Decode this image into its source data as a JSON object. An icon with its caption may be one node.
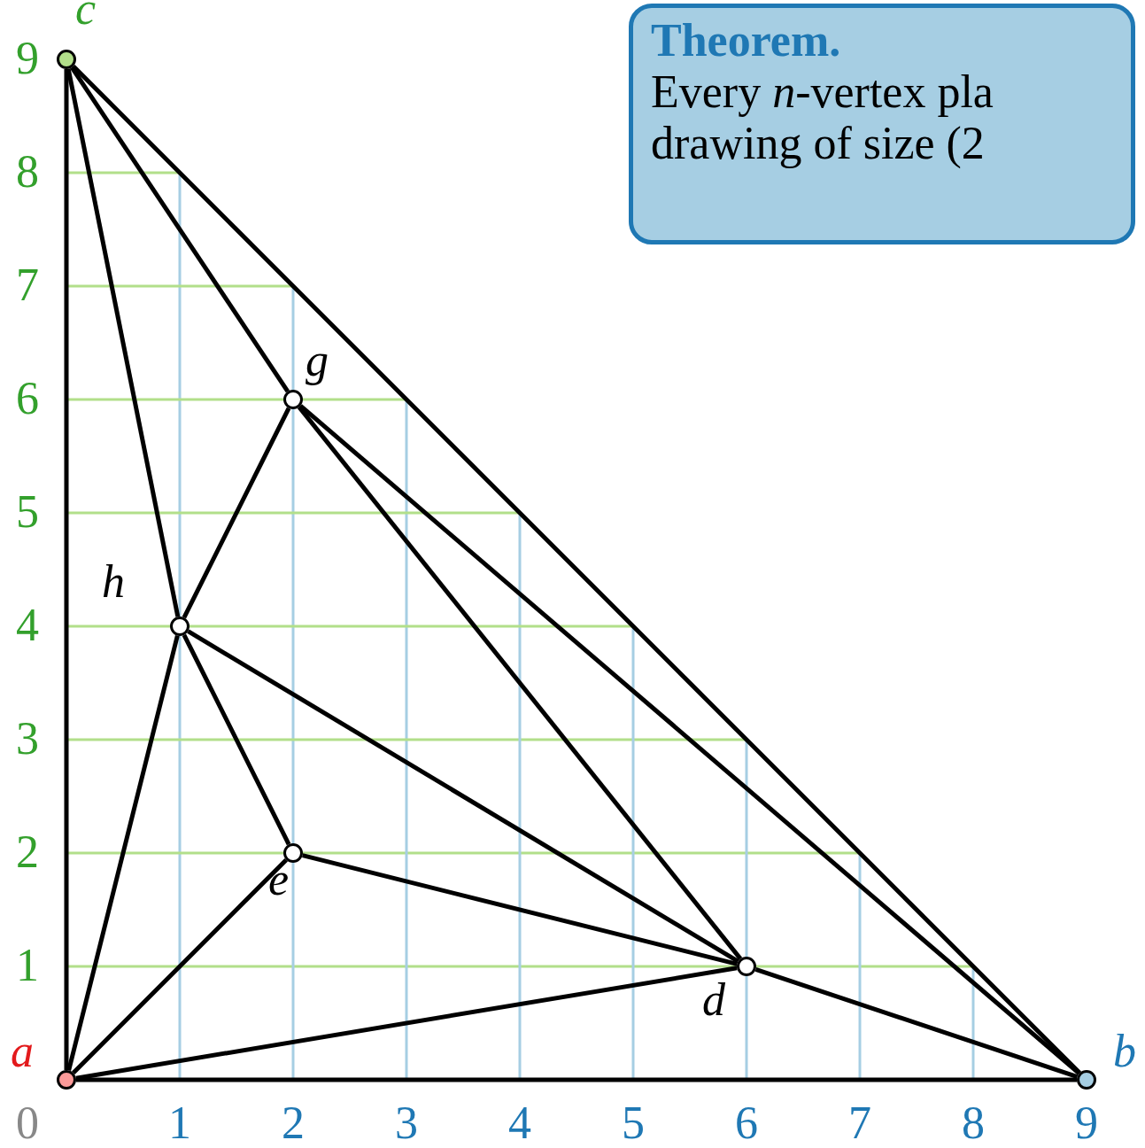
{
  "diagram": {
    "nodes": [
      {
        "text": [
          "**Theorem.**",
          "Every *n*-vertex pla drawing of size (2"
        ]
      },
      {
        "text": [],
        "shape": "circle",
        "beside": [
          "a"
        ]
      },
      {
        "text": [],
        "shape": "circle",
        "beside": [
          "b"
        ]
      },
      {
        "text": [],
        "shape": "circle",
        "beside": [
          "c"
        ]
      },
      {
        "text": [],
        "shape": "circle",
        "beside": [
          "d"
        ]
      },
      {
        "text": [],
        "shape": "circle",
        "beside": [
          "e"
        ]
      },
      {
        "text": [],
        "shape": "circle",
        "beside": [
          "g"
        ]
      },
      {
        "text": [],
        "shape": "circle",
        "beside": [
          "h"
        ]
      }
    ],
    "edges": [
      {
        "from": 1,
        "to": 2,
        "arrow": "none"
      },
      {
        "from": 1,
        "to": 3,
        "arrow": "none"
      },
      {
        "from": 3,
        "to": 2,
        "arrow": "none"
      },
      {
        "from": 1,
        "to": 4,
        "arrow": "none"
      },
      {
        "from": 1,
        "to": 5,
        "arrow": "none"
      },
      {
        "from": 1,
        "to": 7,
        "arrow": "none"
      },
      {
        "from": 3,
        "to": 7,
        "arrow": "none"
      },
      {
        "from": 3,
        "to": 6,
        "arrow": "none"
      },
      {
        "from": 6,
        "to": 7,
        "arrow": "none"
      },
      {
        "from": 6,
        "to": 4,
        "arrow": "none"
      },
      {
        "from": 6,
        "to": 2,
        "arrow": "none"
      },
      {
        "from": 7,
        "to": 5,
        "arrow": "none"
      },
      {
        "from": 7,
        "to": 4,
        "arrow": "none"
      },
      {
        "from": 5,
        "to": 4,
        "arrow": "none"
      },
      {
        "from": 4,
        "to": 2,
        "arrow": "none"
      }
    ],
    "labels": [
      "9",
      "8",
      "7",
      "6",
      "5",
      "4",
      "3",
      "2",
      "1",
      "0",
      "1",
      "2",
      "3",
      "4",
      "5",
      "6",
      "7",
      "8",
      "9"
    ]
  }
}
